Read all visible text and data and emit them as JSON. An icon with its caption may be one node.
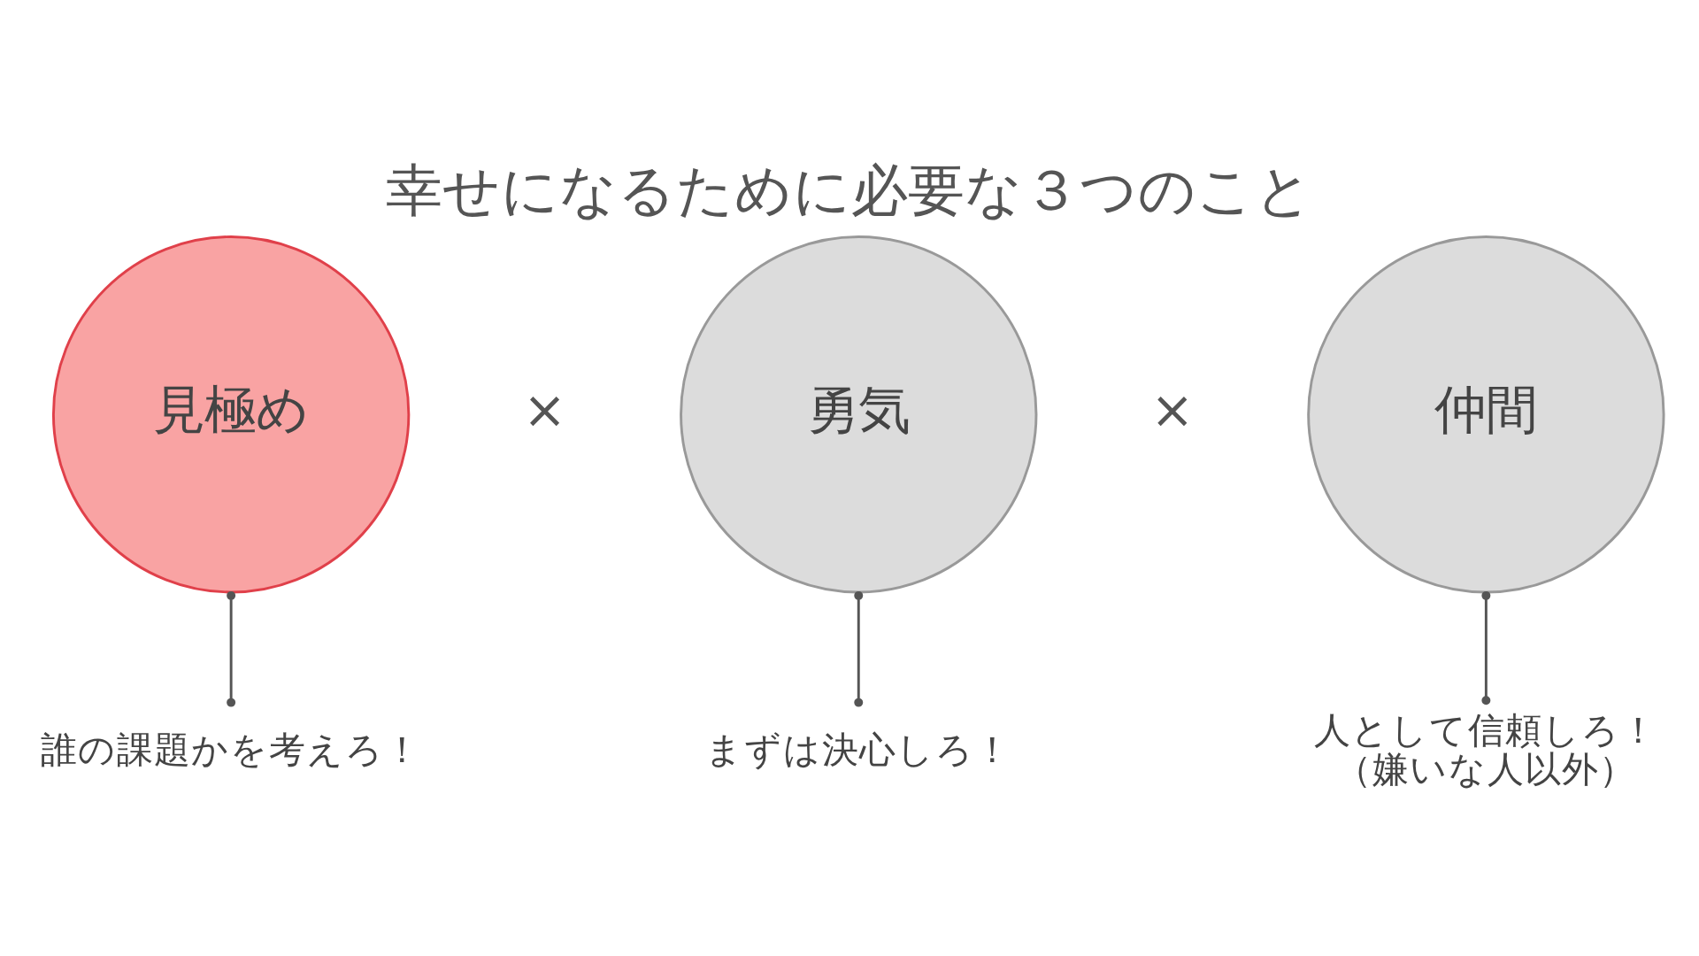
{
  "diagram": {
    "title": "幸せになるために必要な３つのこと",
    "nodes": [
      {
        "text": [
          "見極め"
        ]
      },
      {
        "text": [
          "勇気"
        ]
      },
      {
        "text": [
          "仲間"
        ]
      },
      {
        "text": [
          "誰の課題かを考えろ！"
        ]
      },
      {
        "text": [
          "まずは決心しろ！"
        ]
      },
      {
        "text": [
          "人として信頼しろ！",
          "（嫌いな人以外）"
        ]
      }
    ],
    "edges": [
      {
        "from": 0,
        "to": 3,
        "arrow": "other"
      },
      {
        "from": 1,
        "to": 4,
        "arrow": "other"
      },
      {
        "from": 2,
        "to": 5,
        "arrow": "other"
      }
    ],
    "labels": [
      "×",
      "×"
    ]
  }
}
